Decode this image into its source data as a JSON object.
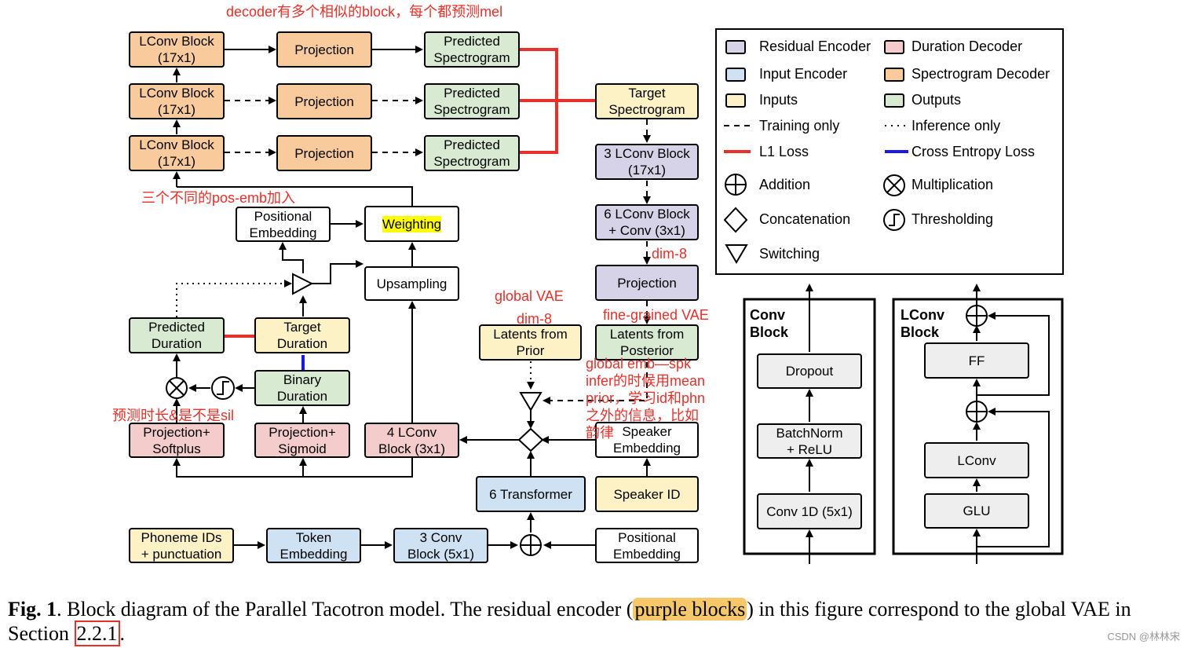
{
  "colors": {
    "residual": "#d6d2e8",
    "input_encoder": "#cfe2f3",
    "inputs": "#fdf2c6",
    "duration_decoder": "#f4cccc",
    "spectrogram_decoder": "#f9cb9c",
    "outputs": "#d9ead3",
    "l1_loss": "#e8302a",
    "cross_entropy": "#1a1ae6",
    "annotation": "#e8302a"
  },
  "blocks": {
    "lconv1": "LConv Block\n(17x1)",
    "lconv2": "LConv Block\n(17x1)",
    "lconv3": "LConv Block\n(17x1)",
    "proj1": "Projection",
    "proj2": "Projection",
    "proj3": "Projection",
    "pred_spec1": "Predicted\nSpectrogram",
    "pred_spec2": "Predicted\nSpectrogram",
    "pred_spec3": "Predicted\nSpectrogram",
    "target_spec": "Target\nSpectrogram",
    "res_lconv3": "3 LConv Block\n(17x1)",
    "res_lconv6": "6 LConv Block\n+ Conv (3x1)",
    "res_proj": "Projection",
    "pos_emb_dec": "Positional\nEmbedding",
    "weighting": "Weighting",
    "upsampling": "Upsampling",
    "pred_duration": "Predicted\nDuration",
    "target_duration": "Target\nDuration",
    "binary_duration": "Binary\nDuration",
    "proj_softplus": "Projection+\nSoftplus",
    "proj_sigmoid": "Projection+\nSigmoid",
    "lconv4": "4 LConv\nBlock (3x1)",
    "latents_prior": "Latents from\nPrior",
    "latents_posterior": "Latents from\nPosterior",
    "speaker_emb": "Speaker\nEmbedding",
    "transformer6": "6 Transformer",
    "speaker_id": "Speaker ID",
    "phoneme_ids": "Phoneme IDs\n+ punctuation",
    "token_emb": "Token\nEmbedding",
    "conv3": "3 Conv\nBlock (5x1)",
    "pos_emb_enc": "Positional\nEmbedding"
  },
  "legend": {
    "residual_encoder": "Residual Encoder",
    "duration_decoder": "Duration Decoder",
    "input_encoder": "Input Encoder",
    "spectrogram_decoder": "Spectrogram Decoder",
    "inputs": "Inputs",
    "outputs": "Outputs",
    "training_only": "Training only",
    "inference_only": "Inference only",
    "l1_loss": "L1 Loss",
    "cross_entropy_loss": "Cross Entropy Loss",
    "addition": "Addition",
    "multiplication": "Multiplication",
    "concatenation": "Concatenation",
    "thresholding": "Thresholding",
    "switching": "Switching"
  },
  "conv_panel": {
    "title": "Conv\nBlock",
    "dropout": "Dropout",
    "bn": "BatchNorm\n+ ReLU",
    "conv": "Conv 1D (5x1)"
  },
  "lconv_panel": {
    "title": "LConv\nBlock",
    "ff": "FF",
    "lconv": "LConv",
    "glu": "GLU"
  },
  "annotations": {
    "decoder_note": "decoder有多个相似的block，每个都预测mel",
    "pos_emb_note": "三个不同的pos-emb加入",
    "dim8_right": "dim-8",
    "global_vae": "global VAE",
    "dim8_left": "dim-8",
    "fine_vae": "fine-grained VAE",
    "global_emb_note": "global emb—spk\ninfer的时候用mean\nprior，学习id和phn\n之外的信息，比如\n韵律",
    "sil_note": "预测时长&是不是sil"
  },
  "caption": {
    "fig": "Fig. 1",
    "text1": ". Block diagram of the Parallel Tacotron model. The residual encoder (",
    "purple": "purple blocks",
    "text2": ") in this figure correspond to the global VAE in Section ",
    "ref": "2.2.1",
    "text3": "."
  },
  "watermark": "CSDN @林林宋"
}
